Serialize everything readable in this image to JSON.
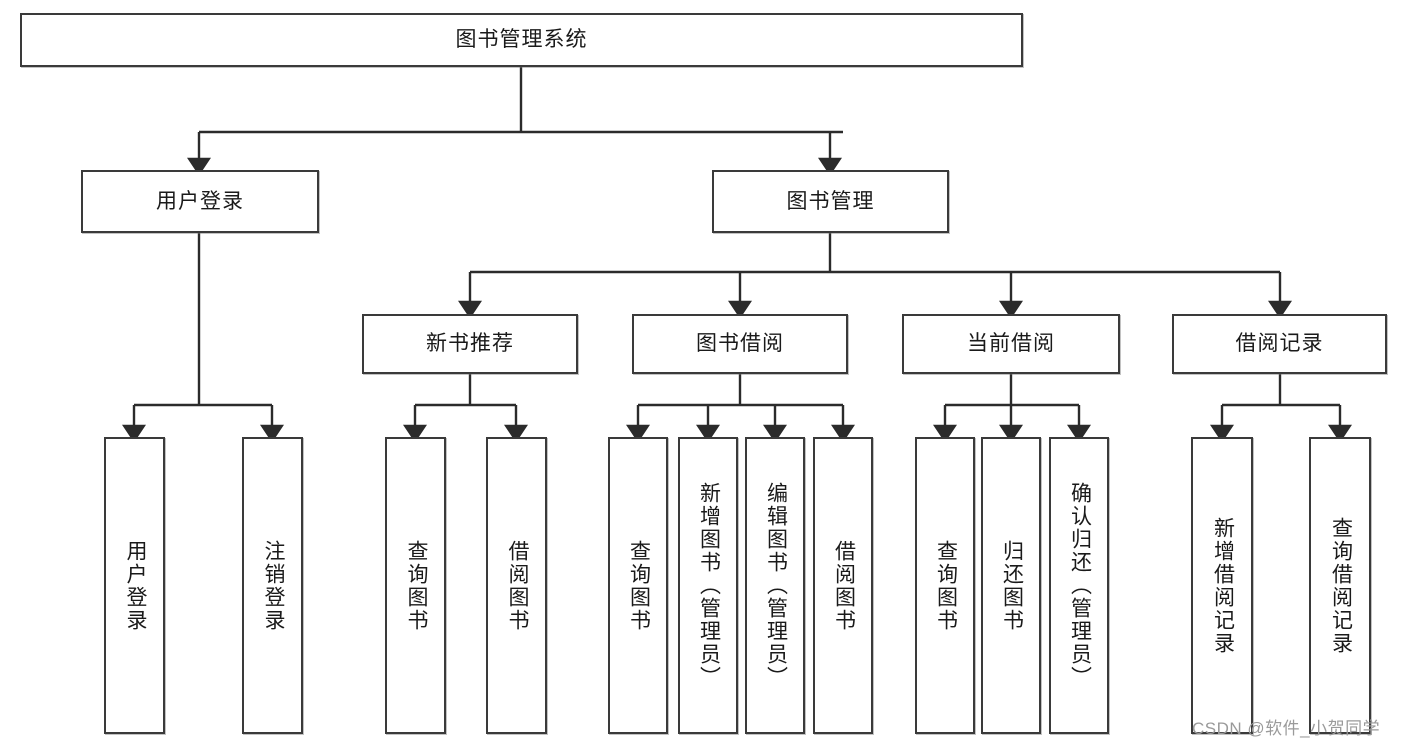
{
  "diagram": {
    "type": "tree-hierarchy",
    "title": "图书管理系统",
    "watermark": "CSDN @软件_小贺同学",
    "colors": {
      "box_border": "#3a3a3a",
      "box_fill": "#ffffff",
      "edge": "#2b2b2b",
      "text": "#1a1a1a",
      "watermark": "#9a9a9a",
      "background": "#ffffff"
    },
    "nodes": {
      "root": {
        "label": "图书管理系统",
        "level": 1
      },
      "l2": [
        {
          "id": "user_login",
          "label": "用户登录"
        },
        {
          "id": "book_manage",
          "label": "图书管理"
        }
      ],
      "l3": [
        {
          "id": "new_book_rec",
          "label": "新书推荐",
          "parent": "book_manage"
        },
        {
          "id": "book_borrow",
          "label": "图书借阅",
          "parent": "book_manage"
        },
        {
          "id": "current_borrow",
          "label": "当前借阅",
          "parent": "book_manage"
        },
        {
          "id": "borrow_record",
          "label": "借阅记录",
          "parent": "book_manage"
        }
      ],
      "leaves": [
        {
          "id": "leaf_user_login",
          "label": "用户登录",
          "parent": "user_login"
        },
        {
          "id": "leaf_user_logout",
          "label": "注销登录",
          "parent": "user_login"
        },
        {
          "id": "leaf_query_book_1",
          "label": "查询图书",
          "parent": "new_book_rec"
        },
        {
          "id": "leaf_borrow_book_1",
          "label": "借阅图书",
          "parent": "new_book_rec"
        },
        {
          "id": "leaf_query_book_2",
          "label": "查询图书",
          "parent": "book_borrow"
        },
        {
          "id": "leaf_add_book",
          "label": "新增图书（管理员）",
          "parent": "book_borrow"
        },
        {
          "id": "leaf_edit_book",
          "label": "编辑图书（管理员）",
          "parent": "book_borrow"
        },
        {
          "id": "leaf_borrow_book_2",
          "label": "借阅图书",
          "parent": "book_borrow"
        },
        {
          "id": "leaf_query_book_3",
          "label": "查询图书",
          "parent": "current_borrow"
        },
        {
          "id": "leaf_return_book",
          "label": "归还图书",
          "parent": "current_borrow"
        },
        {
          "id": "leaf_confirm_return",
          "label": "确认归还（管理员）",
          "parent": "current_borrow"
        },
        {
          "id": "leaf_add_record",
          "label": "新增借阅记录",
          "parent": "borrow_record"
        },
        {
          "id": "leaf_query_record",
          "label": "查询借阅记录",
          "parent": "borrow_record"
        }
      ]
    }
  }
}
